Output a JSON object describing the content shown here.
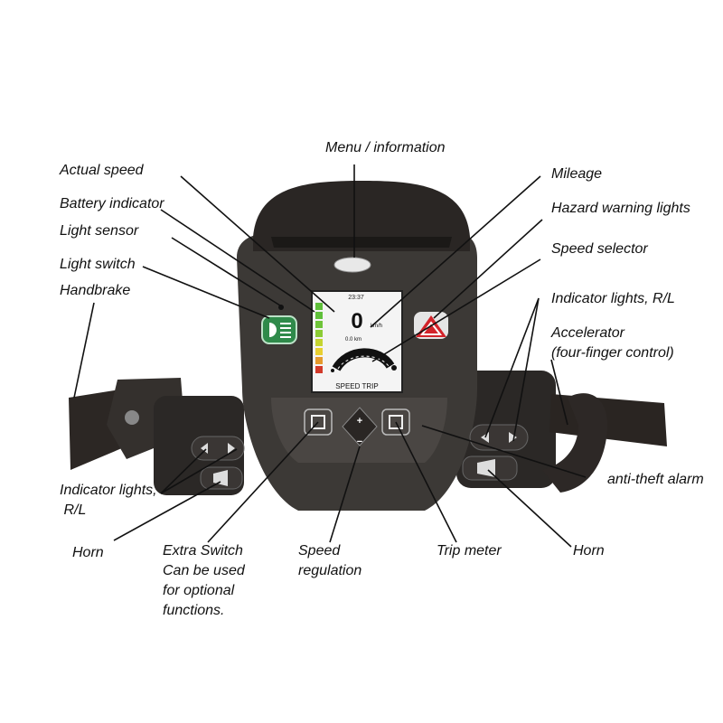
{
  "labels": {
    "menu_information": "Menu / information",
    "actual_speed": "Actual speed",
    "mileage": "Mileage",
    "battery_indicator": "Battery indicator",
    "hazard_warning_lights": "Hazard warning lights",
    "light_sensor": "Light sensor",
    "speed_selector": "Speed selector",
    "light_switch": "Light switch",
    "handbrake": "Handbrake",
    "indicator_lights_right": "Indicator lights, R/L",
    "accelerator": "Accelerator\n(four-finger control)",
    "indicator_lights_left": "Indicator lights,\n R/L",
    "anti_theft_alarm": "anti-theft alarm",
    "horn_left": "Horn",
    "extra_switch": "Extra Switch\nCan be used\nfor optional\nfunctions.",
    "speed_regulation": "Speed\nregulation",
    "trip_meter": "Trip meter",
    "horn_right": "Horn"
  },
  "display": {
    "time": "23:37",
    "speed": "0",
    "speed_unit": "km/h",
    "mileage": "0.0 km",
    "footer": "SPEED  TRIP"
  },
  "buttons": {
    "plus": "+",
    "minus": "−"
  },
  "icons": {
    "hazard": "hazard-triangle-icon",
    "light": "headlight-icon",
    "indicator": "indicator-arrows-icon",
    "horn": "horn-icon"
  },
  "colors": {
    "housing": "#3c3936",
    "hood": "#2a2624",
    "hazard": "#d2232a",
    "light_switch": "#2f8a4a",
    "battery_high": "#5fbf3a",
    "battery_mid": "#e8d030",
    "battery_low": "#d23a2a"
  }
}
